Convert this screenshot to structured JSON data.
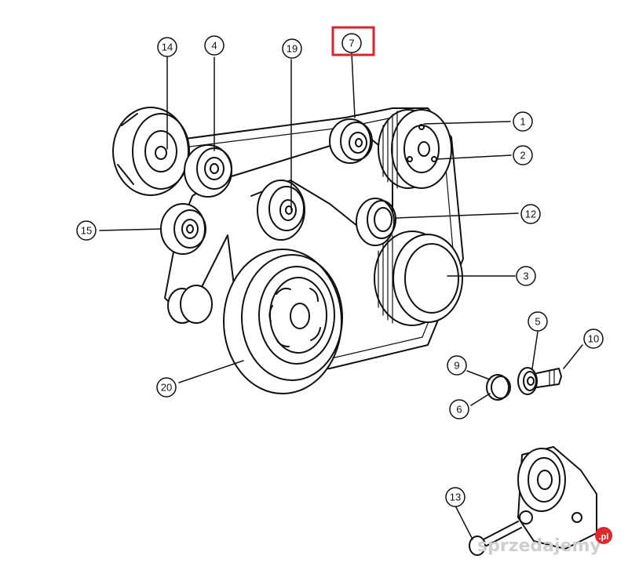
{
  "diagram": {
    "callouts": [
      "1",
      "2",
      "3",
      "4",
      "5",
      "6",
      "7",
      "9",
      "10",
      "12",
      "13",
      "14",
      "15",
      "19",
      "20"
    ],
    "highlighted_callout": "7",
    "highlight_color": "#d0282e"
  },
  "watermark": {
    "text": "sprzedajemy",
    "badge": ".pl",
    "badge_color": "#e2262d"
  }
}
